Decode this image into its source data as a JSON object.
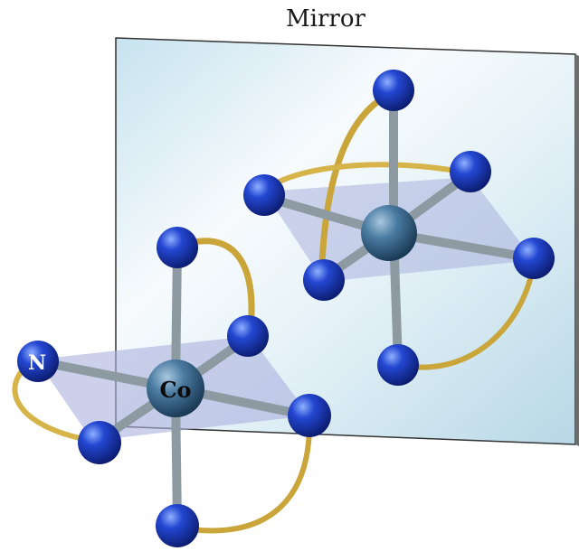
{
  "diagram": {
    "title": "Mirror",
    "labels": {
      "metal": "Co",
      "nitrogen": "N"
    }
  },
  "colors": {
    "ligand_atom": "#1f3fb8",
    "metal_atom": "#3f6f96",
    "bond": "#9aa6ad",
    "chelate_ring": "#d8b64a",
    "plane": "#aab0dd",
    "mirror": "#dbeef5"
  }
}
